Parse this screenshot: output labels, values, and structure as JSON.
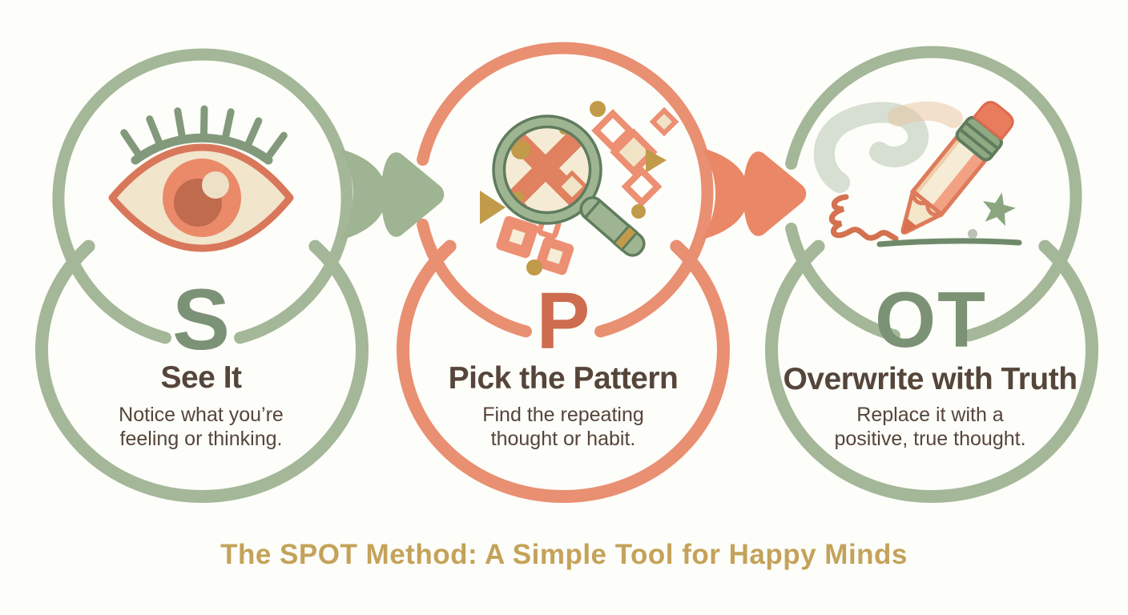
{
  "title": {
    "text": "The SPOT Method: A Simple Tool for Happy Minds",
    "color": "#c4a259"
  },
  "steps": [
    {
      "id": "see-it",
      "letter": "S",
      "letter_color": "#7c9276",
      "outline_color": "#a4b798",
      "icon": "eye-icon",
      "heading": "See It",
      "description": "Notice what you’re feeling or thinking.",
      "description_lines": [
        "Notice what you’re",
        "feeling or thinking."
      ]
    },
    {
      "id": "pick-the-pattern",
      "letter": "P",
      "letter_color": "#cd6c4e",
      "outline_color": "#e98f72",
      "icon": "magnifying-glass-pattern-icon",
      "heading": "Pick the Pattern",
      "description": "Find the repeating thought or habit.",
      "description_lines": [
        "Find the repeating",
        "thought or habit."
      ]
    },
    {
      "id": "overwrite-with-truth",
      "letter": "OT",
      "letter_color": "#7c9274",
      "outline_color": "#a4b798",
      "icon": "pencil-writing-icon",
      "heading": "Overwrite with Truth",
      "description": "Replace it with a positive, true thought.",
      "description_lines": [
        "Replace it with a",
        "positive, true thought."
      ]
    }
  ],
  "arrows": [
    {
      "from": "see-it",
      "to": "pick-the-pattern",
      "direction": "right",
      "color": "#9eb492"
    },
    {
      "from": "pick-the-pattern",
      "to": "overwrite-with-truth",
      "direction": "right",
      "color": "#ea8766"
    }
  ],
  "palette": {
    "background": "#fdfdf9",
    "sage_outline": "#a4b798",
    "sage_dark": "#5f7c5e",
    "coral_outline": "#e98f72",
    "coral_deep": "#cd6c4e",
    "cream": "#f3e6c9",
    "gold": "#c19b4a",
    "text_brown": "#55453a",
    "title_gold": "#c4a259"
  }
}
